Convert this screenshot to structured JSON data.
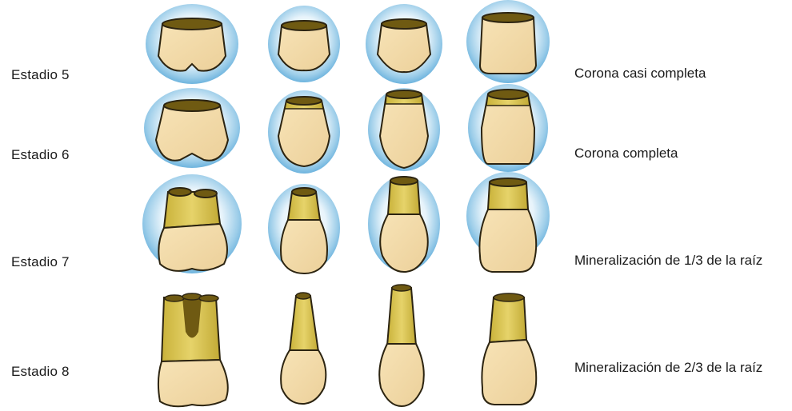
{
  "stages": [
    {
      "label": "Estadio 5",
      "description": "Corona casi completa"
    },
    {
      "label": "Estadio 6",
      "description": "Corona completa"
    },
    {
      "label": "Estadio 7",
      "description": "Mineralización  de 1/3 de la raíz"
    },
    {
      "label": "Estadio 8",
      "description": "Mineralización  de 2/3 de la raíz"
    }
  ],
  "colors": {
    "crown": "#f3d9a6",
    "root": "#d8c14a",
    "pulp": "#6f5a12",
    "crypt": "#8fc7e8",
    "outline": "#2c2411"
  }
}
